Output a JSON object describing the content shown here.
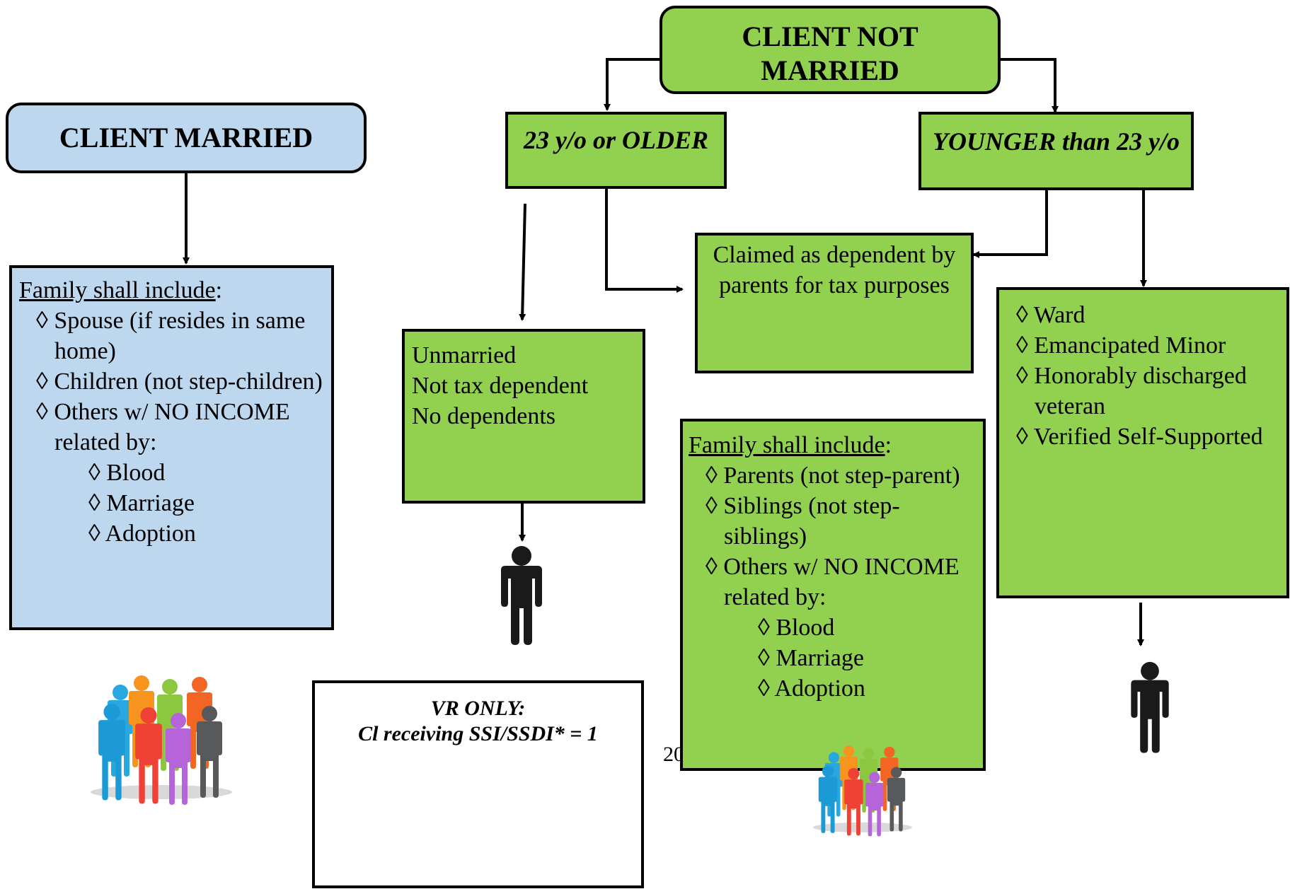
{
  "married": {
    "title": "CLIENT MARRIED",
    "family_heading": "Family shall include",
    "family_items": [
      "Spouse (if resides in same home)",
      "Children (not step-children)",
      "Others w/ NO INCOME related by:"
    ],
    "related_items": [
      "Blood",
      "Marriage",
      "Adoption"
    ]
  },
  "not_married": {
    "title_line1": "CLIENT NOT",
    "title_line2": "MARRIED",
    "older_label": "23 y/o or OLDER",
    "younger_label": "YOUNGER than 23 y/o",
    "dependent_box": "Claimed as dependent by parents for tax purposes",
    "unmarried_lines": [
      "Unmarried",
      "Not tax dependent",
      "No dependents"
    ],
    "family_heading": "Family shall include",
    "family_items": [
      "Parents (not step-parent)",
      "Siblings (not step-siblings)",
      "Others w/ NO INCOME related by:"
    ],
    "related_items": [
      "Blood",
      "Marriage",
      "Adoption"
    ],
    "younger_items": [
      "Ward",
      "Emancipated Minor",
      "Honorably discharged veteran",
      "Verified Self-Supported"
    ]
  },
  "vr_box": {
    "line1": "VR ONLY:",
    "line2": "Cl receiving SSI/SSDI* = 1"
  },
  "page_fragment": "20",
  "bullet": "◊",
  "icons": [
    "group-of-people-icon",
    "single-person-icon"
  ],
  "colors": {
    "green_fill": "#92d050",
    "blue_fill": "#bdd7ee",
    "border": "#000000",
    "person_dark": "#1a1a1a"
  }
}
